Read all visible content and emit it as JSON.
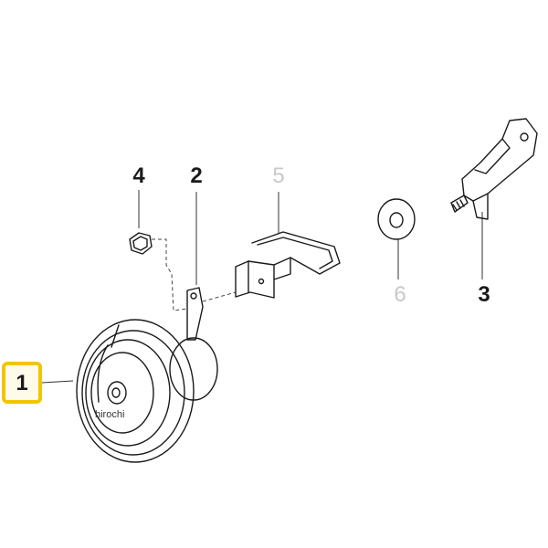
{
  "diagram": {
    "callouts": [
      {
        "id": "1",
        "label": "1",
        "highlighted": true
      },
      {
        "id": "2",
        "label": "2",
        "highlighted": false
      },
      {
        "id": "3",
        "label": "3",
        "highlighted": false
      },
      {
        "id": "4",
        "label": "4",
        "highlighted": false
      },
      {
        "id": "5",
        "label": "5",
        "highlighted": false,
        "faded": true
      },
      {
        "id": "6",
        "label": "6",
        "highlighted": false,
        "faded": true
      }
    ],
    "watermark": "hirochi",
    "colors": {
      "ink": "#1a1a1a",
      "faded": "#c8c8c8",
      "highlight_border": "#f2c500",
      "highlight_fill": "#fffbea"
    }
  }
}
